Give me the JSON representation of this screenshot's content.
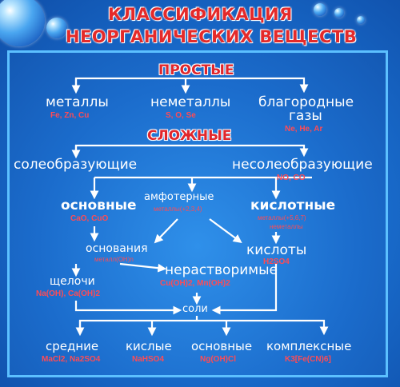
{
  "title": {
    "line1": "КЛАССИФИКАЦИЯ",
    "line2": "НЕОРГАНИЧЕСКИХ ВЕЩЕСТВ"
  },
  "simple": {
    "heading": "ПРОСТЫЕ",
    "metals": {
      "label": "металлы",
      "examples": "Fe, Zn, Cu"
    },
    "nonmetals": {
      "label": "неметаллы",
      "examples": "S, O, Se"
    },
    "noble": {
      "label_line1": "благородные",
      "label_line2": "газы",
      "examples": "Ne, He, Ar"
    }
  },
  "complex": {
    "heading": "СЛОЖНЫЕ",
    "salt_forming": {
      "label": "солеобразующие"
    },
    "non_salt_forming": {
      "label": "несолеобразующие",
      "examples": "NO, CO"
    },
    "basic": {
      "label": "основные",
      "examples": "CaO, CuO"
    },
    "amphoteric": {
      "label": "амфотерные",
      "note": "металлы(+2,3,4)"
    },
    "acidic": {
      "label": "кислотные",
      "note1": "металлы(+5,6,7)",
      "note2": "неметаллы"
    },
    "bases": {
      "label": "основания",
      "note": "металл(OH)n"
    },
    "acids": {
      "label": "кислоты",
      "examples": "H2SO4"
    },
    "alkalis": {
      "label": "щелочи",
      "examples": "Na(OH), Ca(OH)2"
    },
    "insoluble": {
      "label": "нерастворимые",
      "examples": "Cu(OH)2, Mn(OH)2"
    },
    "salts": {
      "label": "соли"
    },
    "medium": {
      "label": "средние",
      "examples": "MaCl2, Na2SO4"
    },
    "acid_salts": {
      "label": "кислые",
      "examples": "NaHSO4"
    },
    "basic_salts": {
      "label": "основные",
      "examples": "Ng(OH)Cl"
    },
    "complex_salts": {
      "label": "комплексные",
      "examples": "K3[Fe(CN)6]"
    }
  },
  "colors": {
    "background": "#1a6fd0",
    "frame": "#5cc0ff",
    "heading_red": "#e0262c",
    "example_red": "#ff4b55",
    "text": "#ffffff"
  }
}
